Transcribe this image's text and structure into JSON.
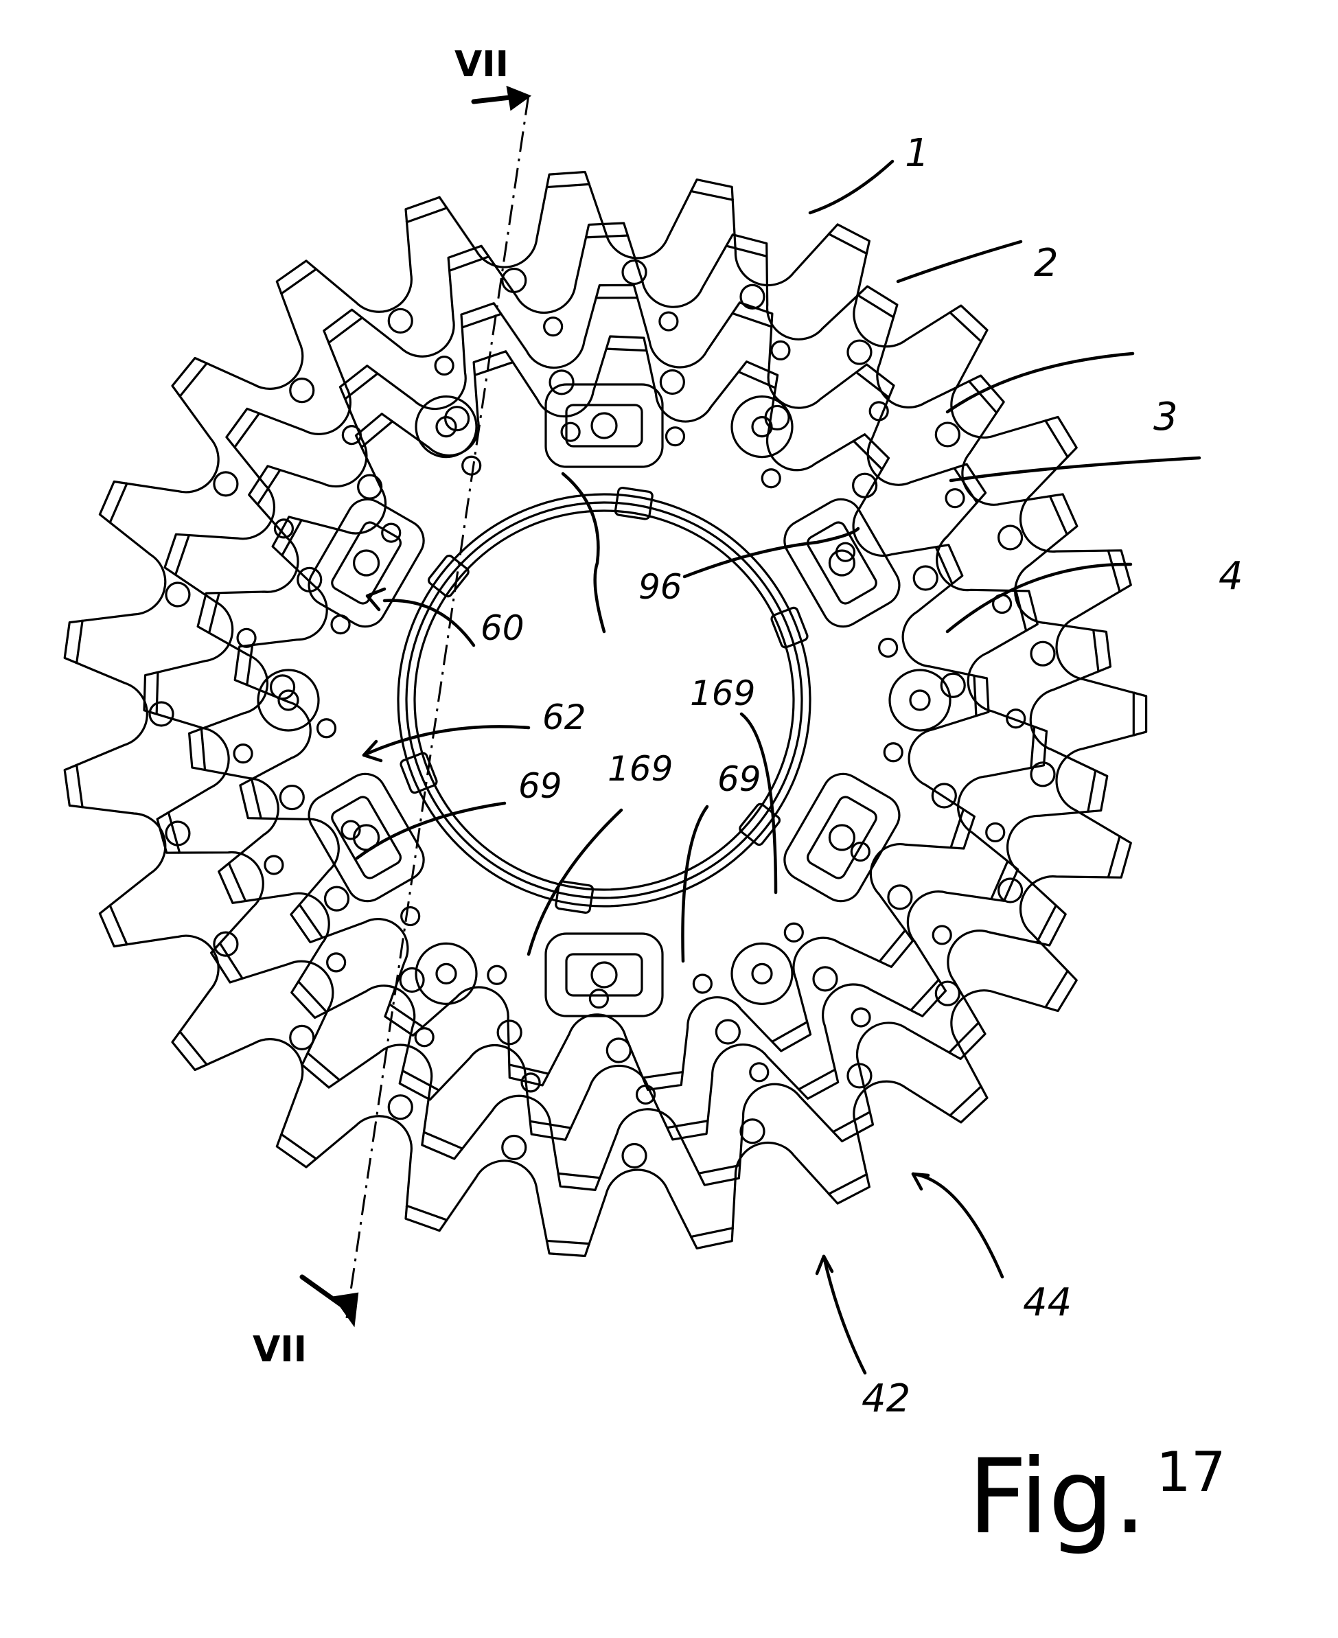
{
  "figure": {
    "title": "Fig.",
    "number": "17",
    "subject": "Sprocket cassette (multi-sprocket assembly), face view"
  },
  "section_markers": [
    {
      "id": "top",
      "label": "VII"
    },
    {
      "id": "bottom",
      "label": "VII"
    }
  ],
  "reference_labels": {
    "sprocket_1": "1",
    "sprocket_2": "2",
    "sprocket_3": "3",
    "sprocket_4": "4",
    "ref_60": "60",
    "ref_96": "96",
    "ref_62": "62",
    "ref_169_upper": "169",
    "ref_169_lower": "169",
    "ref_69_left": "69",
    "ref_69_right": "69",
    "ref_44": "44",
    "ref_42": "42"
  },
  "drawing": {
    "stroke_color": "#000000",
    "background_color": "#ffffff",
    "sprockets": [
      {
        "name": "sprocket-1",
        "teeth": 23,
        "outer_r": 790,
        "root_r": 700
      },
      {
        "name": "sprocket-2",
        "teeth": 21,
        "outer_r": 705,
        "root_r": 620
      },
      {
        "name": "sprocket-3",
        "teeth": 19,
        "outer_r": 625,
        "root_r": 545
      },
      {
        "name": "sprocket-4",
        "teeth": 17,
        "outer_r": 550,
        "root_r": 470
      }
    ]
  }
}
